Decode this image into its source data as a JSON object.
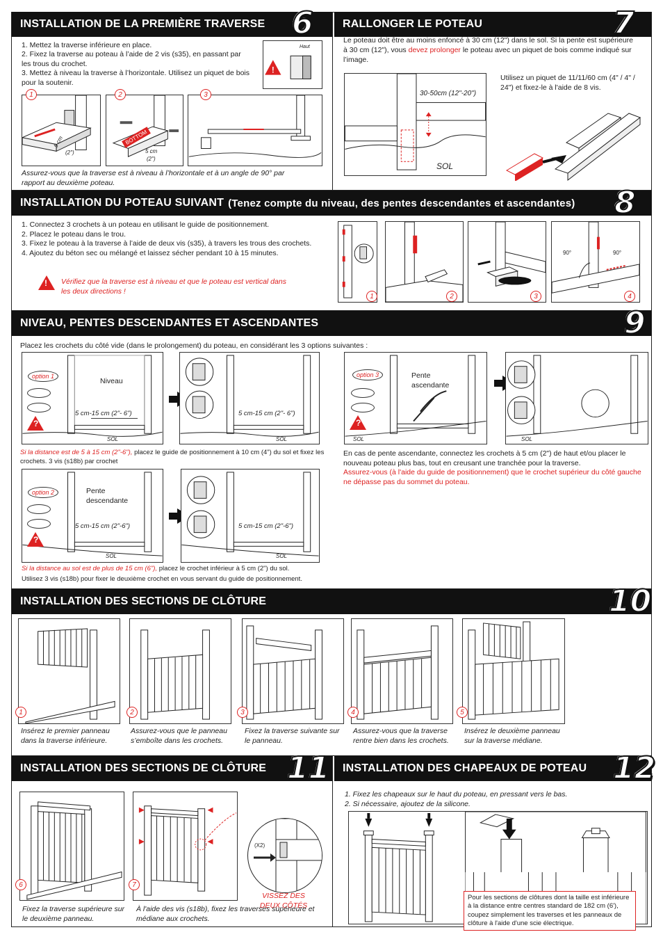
{
  "s6": {
    "title": "INSTALLATION DE LA PREMIÈRE TRAVERSE",
    "num": "6",
    "steps": [
      "1. Mettez la traverse inférieure en place.",
      "2. Fixez la traverse au poteau à l’aide de 2 vis (s35), en passant par les trous du crochet.",
      "3. Mettez à niveau la traverse à l’horizontale. Utilisez un piquet de bois pour la soutenir."
    ],
    "haut_label": "Haut",
    "dim1": "5 cm",
    "dim1b": "(2\")",
    "bottom_label": "BOTTOM",
    "dim2": "5 cm",
    "dim2b": "(2\")",
    "fig_nums": [
      "1",
      "2",
      "3"
    ],
    "caption": "Assurez-vous que la traverse est à niveau à l’horizontale et à un angle de 90° par rapport au deuxième poteau."
  },
  "s7": {
    "title": "RALLONGER LE POTEAU",
    "num": "7",
    "text_a": "Le poteau doit être au moins enfoncé à 30 cm (12\") dans le sol. Si la pente est supérieure à 30 cm (12\"), vous ",
    "text_red": "devez prolonger",
    "text_b": "  le poteau avec un piquet de bois comme indiqué sur l’image.",
    "depth_label": "30-50cm (12\"-20\")",
    "sol": "SOL",
    "side_text": "Utilisez un piquet de 11/11/60 cm (4\" / 4\" / 24\") et fixez-le à l'aide de 8 vis."
  },
  "s8": {
    "title": "INSTALLATION DU POTEAU SUIVANT",
    "subtitle": "(Tenez compte du niveau, des pentes descendantes et ascendantes)",
    "num": "8",
    "steps": [
      "1. Connectez 3 crochets à un poteau en utilisant le guide de positionnement.",
      "2. Placez le poteau dans le trou.",
      "3. Fixez le poteau à la traverse à l’aide de deux vis (s35), à travers les trous des crochets.",
      "4. Ajoutez du béton sec ou mélangé et laissez sécher pendant 10 à 15 minutes."
    ],
    "warning": "Vérifiez que la traverse est à niveau et que le poteau est vertical dans  les deux directions !",
    "angle1": "90°",
    "angle2": "90°",
    "fig_nums": [
      "1",
      "2",
      "3",
      "4"
    ]
  },
  "s9": {
    "title": "NIVEAU, PENTES DESCENDANTES ET ASCENDANTES",
    "num": "9",
    "intro": "Placez les crochets du côté vide (dans le prolongement) du poteau, en considérant les 3 options suivantes :",
    "opt1": "option 1",
    "opt1_label": "Niveau",
    "opt2": "option 2",
    "opt2_label": "Pente descendante",
    "opt3": "option 3",
    "opt3_label": "Pente ascendante",
    "range1": "5 cm-15 cm (2\"- 6\")",
    "range2": "5 cm-15 cm (2\"- 6\")",
    "range3": "5 cm-15 cm (2\"-6\")",
    "range4": "5 cm-15 cm (2\"-6\")",
    "sol": "SOL",
    "q": "?",
    "note1_red": "Si la distance est de 5 à 15 cm (2\"-6\"),",
    "note1": " placez le guide de positionnement à 10 cm (4\") du sol et fixez les crochets. 3 vis (s18b) par crochet",
    "note2_red": "Si la distance au sol est de plus de 15 cm (6\"),",
    "note2": " placez le crochet inférieur à 5 cm (2\") du sol.",
    "note2b": "Utilisez 3 vis (s18b) pour fixer le deuxième crochet en vous servant du guide de positionnement.",
    "note3": "En cas de pente ascendante, connectez les crochets à 5 cm (2\") de haut et/ou placer le nouveau poteau plus bas, tout en creusant une tranchée pour la traverse.",
    "note3_red": "Assurez-vous (à l'aide du guide de positionnement) que le crochet supérieur du côté gauche ne dépasse pas du sommet du poteau."
  },
  "s10": {
    "title": "INSTALLATION DES SECTIONS DE CLÔTURE",
    "num": "10",
    "fig_nums": [
      "1",
      "2",
      "3",
      "4",
      "5"
    ],
    "captions": [
      "Insérez le premier panneau dans la traverse inférieure.",
      "Assurez-vous que le panneau s’emboîte dans les crochets.",
      "Fixez la traverse suivante sur le panneau.",
      "Assurez-vous que la traverse rentre bien dans les crochets.",
      "Insérez le deuxième panneau sur la traverse médiane."
    ]
  },
  "s11": {
    "title": "INSTALLATION DES SECTIONS DE CLÔTURE",
    "num": "11",
    "fig_nums": [
      "6",
      "7"
    ],
    "x2": "(X2)",
    "vissez": "VISSEZ DES DEUX CÔTÉS",
    "captions": [
      "Fixez la traverse supérieure sur le deuxième panneau.",
      "À l'aide des vis (s18b), fixez les traverses supérieure et médiane aux crochets."
    ]
  },
  "s12": {
    "title": "INSTALLATION DES CHAPEAUX DE POTEAU",
    "num": "12",
    "steps": [
      "1. Fixez les chapeaux sur le haut du poteau, en pressant vers le bas.",
      "2. Si nécessaire, ajoutez de la silicone."
    ],
    "note": "Pour les sections de clôtures dont la taille est inférieure à la distance entre centres standard de 182 cm (6'), coupez simplement les traverses et les panneaux de clôture à l'aide d'une scie électrique."
  }
}
